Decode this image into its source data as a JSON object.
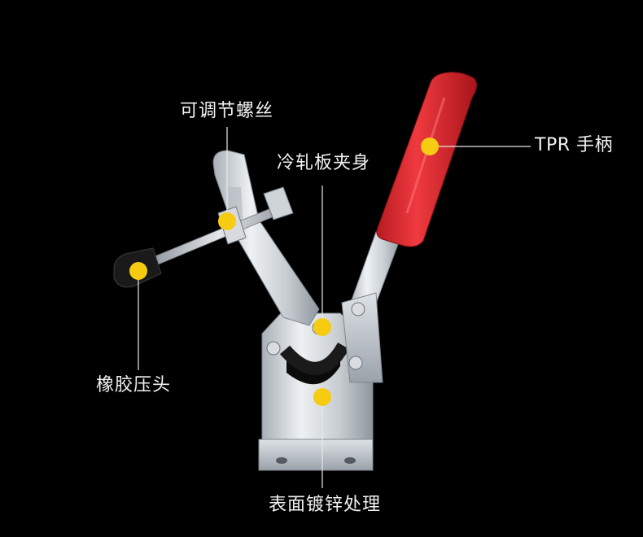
{
  "callouts": {
    "screw": "可调节螺丝",
    "body": "冷轧板夹身",
    "handle": "TPR 手柄",
    "pad": "橡胶压头",
    "finish": "表面镀锌处理"
  },
  "colors": {
    "background": "#000000",
    "marker": "#f5cc12",
    "line": "#e8e8e8",
    "handle": "#e02a2f",
    "metal": "#c9ced3"
  }
}
